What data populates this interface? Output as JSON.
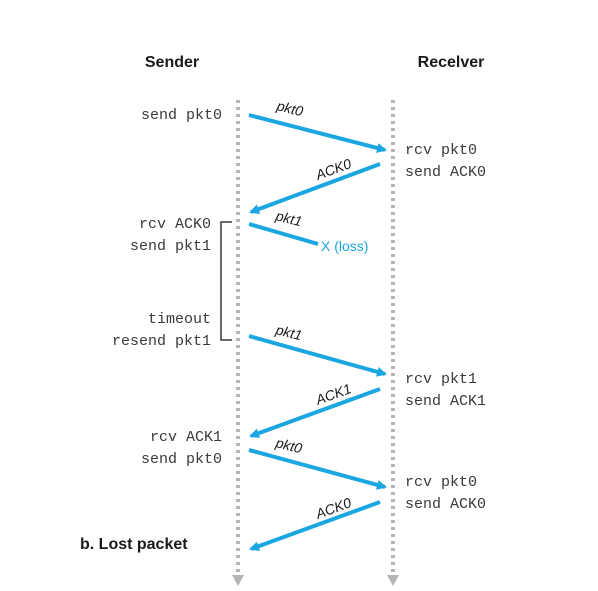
{
  "headers": {
    "sender": "Sender",
    "receiver": "Recelver"
  },
  "sender_events": [
    "send pkt0",
    "rcv ACK0",
    "send pkt1",
    "timeout",
    "resend pkt1",
    "rcv ACK1",
    "send pkt0"
  ],
  "receiver_events": [
    "rcv pkt0",
    "send ACK0",
    "rcv pkt1",
    "send ACK1",
    "rcv pkt0",
    "send ACK0"
  ],
  "messages": [
    "pkt0",
    "ACK0",
    "pkt1",
    "pkt1",
    "ACK1",
    "pkt0",
    "ACK0"
  ],
  "loss_label": "X (loss)",
  "caption": "b. Lost packet",
  "colors": {
    "arrow": "#1aa6e0",
    "timeline": "#b5b5b5",
    "text": "#3a3a3a"
  }
}
